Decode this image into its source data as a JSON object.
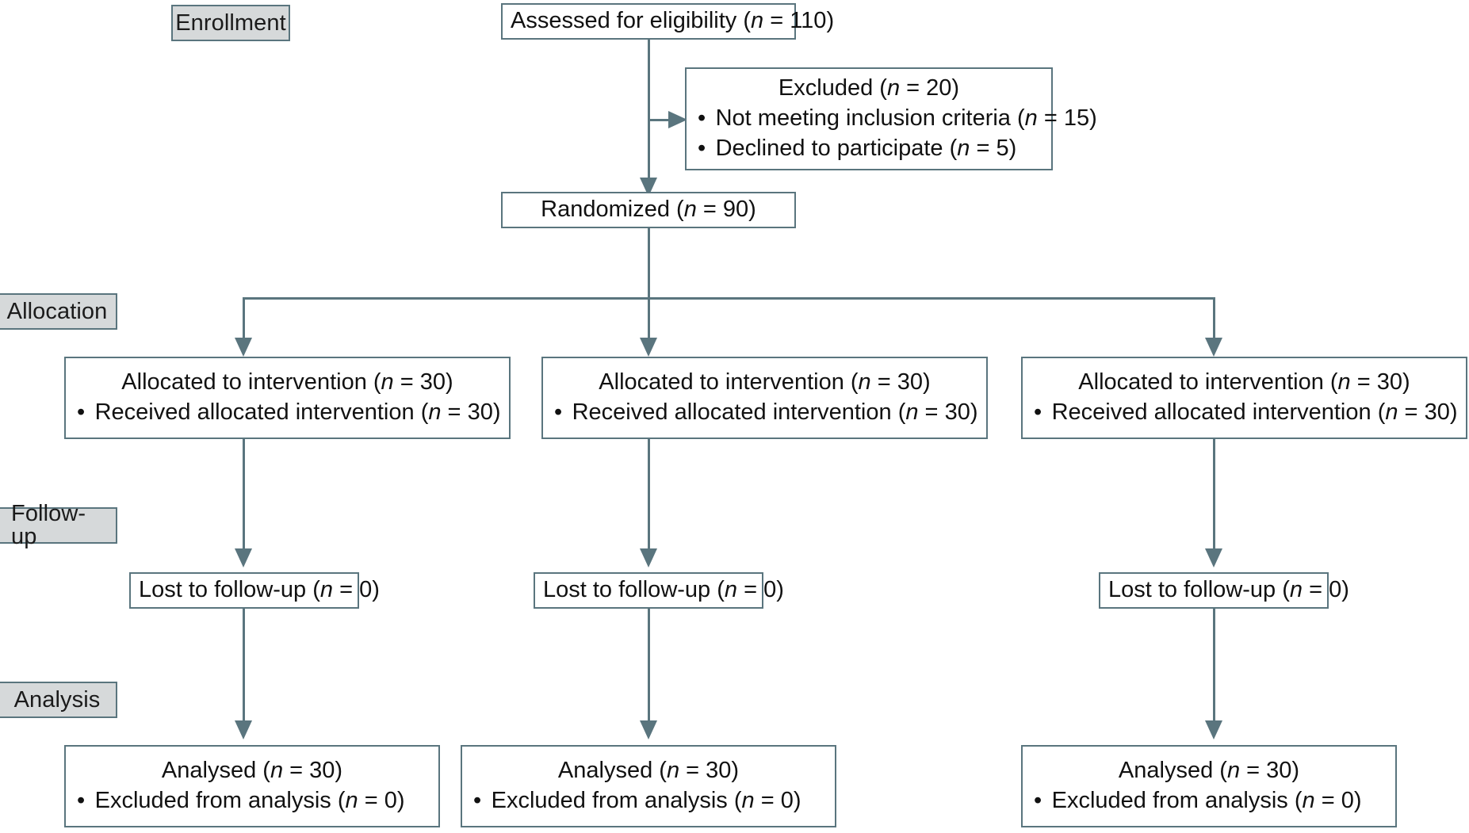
{
  "diagram": {
    "title": "CONSORT participant flow diagram",
    "colors": {
      "border": "#5a757e",
      "label_fill": "#d6d9da",
      "connector": "#5a757e",
      "box_fill": "#ffffff",
      "text": "#111111"
    }
  },
  "stages": [
    {
      "id": "enrollment",
      "label": "Enrollment"
    },
    {
      "id": "allocation",
      "label": "Allocation"
    },
    {
      "id": "followup",
      "label": "Follow-up"
    },
    {
      "id": "analysis",
      "label": "Analysis"
    }
  ],
  "enrollment": {
    "assessed": {
      "text": "Assessed for eligibility (",
      "n_symbol": "n",
      "eq": " = ",
      "n_value": "110",
      "close": ")"
    },
    "excluded": {
      "heading": {
        "text": "Excluded (",
        "n_symbol": "n",
        "eq": " = ",
        "n_value": "20",
        "close": ")"
      },
      "reasons": [
        {
          "text": "Not meeting inclusion criteria (",
          "n_symbol": "n",
          "eq": " = ",
          "n_value": "15",
          "close": ")"
        },
        {
          "text": "Declined to participate (",
          "n_symbol": "n",
          "eq": " = ",
          "n_value": "5",
          "close": ")"
        }
      ]
    },
    "randomized": {
      "text": "Randomized (",
      "n_symbol": "n",
      "eq": " = ",
      "n_value": "90",
      "close": ")"
    }
  },
  "arms": [
    {
      "id": "arm-1",
      "allocation": {
        "heading": {
          "text": "Allocated to intervention (",
          "n_symbol": "n",
          "eq": " = ",
          "n_value": "30",
          "close": ")"
        },
        "detail": {
          "text": "Received allocated intervention (",
          "n_symbol": "n",
          "eq": " = ",
          "n_value": "30",
          "close": ")"
        }
      },
      "followup": {
        "text": "Lost to follow-up (",
        "n_symbol": "n",
        "eq": " = ",
        "n_value": "0",
        "close": ")"
      },
      "analysis": {
        "heading": {
          "text": "Analysed (",
          "n_symbol": "n",
          "eq": " = ",
          "n_value": "30",
          "close": ")"
        },
        "detail": {
          "text": "Excluded from analysis (",
          "n_symbol": "n",
          "eq": " = ",
          "n_value": "0",
          "close": ")"
        }
      }
    },
    {
      "id": "arm-2",
      "allocation": {
        "heading": {
          "text": "Allocated to intervention (",
          "n_symbol": "n",
          "eq": " = ",
          "n_value": "30",
          "close": ")"
        },
        "detail": {
          "text": "Received allocated intervention (",
          "n_symbol": "n",
          "eq": " = ",
          "n_value": "30",
          "close": ")"
        }
      },
      "followup": {
        "text": "Lost to follow-up (",
        "n_symbol": "n",
        "eq": " = ",
        "n_value": "0",
        "close": ")"
      },
      "analysis": {
        "heading": {
          "text": "Analysed (",
          "n_symbol": "n",
          "eq": " = ",
          "n_value": "30",
          "close": ")"
        },
        "detail": {
          "text": "Excluded from analysis (",
          "n_symbol": "n",
          "eq": " = ",
          "n_value": "0",
          "close": ")"
        }
      }
    },
    {
      "id": "arm-3",
      "allocation": {
        "heading": {
          "text": "Allocated to intervention (",
          "n_symbol": "n",
          "eq": " = ",
          "n_value": "30",
          "close": ")"
        },
        "detail": {
          "text": "Received allocated intervention (",
          "n_symbol": "n",
          "eq": " = ",
          "n_value": "30",
          "close": ")"
        }
      },
      "followup": {
        "text": "Lost to follow-up (",
        "n_symbol": "n",
        "eq": " = ",
        "n_value": "0",
        "close": ")"
      },
      "analysis": {
        "heading": {
          "text": "Analysed (",
          "n_symbol": "n",
          "eq": " = ",
          "n_value": "30",
          "close": ")"
        },
        "detail": {
          "text": "Excluded from analysis (",
          "n_symbol": "n",
          "eq": " = ",
          "n_value": "0",
          "close": ")"
        }
      }
    }
  ],
  "chart_data": {
    "type": "diagram",
    "diagram_type": "consort-flow",
    "title": "CONSORT flow of participants",
    "nodes": [
      {
        "id": "assessed",
        "stage": "Enrollment",
        "label": "Assessed for eligibility (n = 110)",
        "n": 110
      },
      {
        "id": "excluded",
        "stage": "Enrollment",
        "label": "Excluded (n = 20)",
        "n": 20,
        "children": [
          {
            "label": "Not meeting inclusion criteria (n = 15)",
            "n": 15
          },
          {
            "label": "Declined to participate (n = 5)",
            "n": 5
          }
        ]
      },
      {
        "id": "randomized",
        "stage": "Enrollment",
        "label": "Randomized (n = 90)",
        "n": 90
      },
      {
        "id": "alloc-1",
        "stage": "Allocation",
        "label": "Allocated to intervention (n = 30)",
        "n": 30,
        "children": [
          {
            "label": "Received allocated intervention (n = 30)",
            "n": 30
          }
        ]
      },
      {
        "id": "alloc-2",
        "stage": "Allocation",
        "label": "Allocated to intervention (n = 30)",
        "n": 30,
        "children": [
          {
            "label": "Received allocated intervention (n = 30)",
            "n": 30
          }
        ]
      },
      {
        "id": "alloc-3",
        "stage": "Allocation",
        "label": "Allocated to intervention (n = 30)",
        "n": 30,
        "children": [
          {
            "label": "Received allocated intervention (n = 30)",
            "n": 30
          }
        ]
      },
      {
        "id": "fu-1",
        "stage": "Follow-up",
        "label": "Lost to follow-up (n = 0)",
        "n": 0
      },
      {
        "id": "fu-2",
        "stage": "Follow-up",
        "label": "Lost to follow-up (n = 0)",
        "n": 0
      },
      {
        "id": "fu-3",
        "stage": "Follow-up",
        "label": "Lost to follow-up (n = 0)",
        "n": 0
      },
      {
        "id": "an-1",
        "stage": "Analysis",
        "label": "Analysed (n = 30)",
        "n": 30,
        "children": [
          {
            "label": "Excluded from analysis (n = 0)",
            "n": 0
          }
        ]
      },
      {
        "id": "an-2",
        "stage": "Analysis",
        "label": "Analysed (n = 30)",
        "n": 30,
        "children": [
          {
            "label": "Excluded from analysis (n = 0)",
            "n": 0
          }
        ]
      },
      {
        "id": "an-3",
        "stage": "Analysis",
        "label": "Analysed (n = 30)",
        "n": 30,
        "children": [
          {
            "label": "Excluded from analysis (n = 0)",
            "n": 0
          }
        ]
      }
    ],
    "edges": [
      {
        "from": "assessed",
        "to": "excluded",
        "direction": "right"
      },
      {
        "from": "assessed",
        "to": "randomized",
        "direction": "down"
      },
      {
        "from": "randomized",
        "to": "alloc-1",
        "direction": "down"
      },
      {
        "from": "randomized",
        "to": "alloc-2",
        "direction": "down"
      },
      {
        "from": "randomized",
        "to": "alloc-3",
        "direction": "down"
      },
      {
        "from": "alloc-1",
        "to": "fu-1",
        "direction": "down"
      },
      {
        "from": "alloc-2",
        "to": "fu-2",
        "direction": "down"
      },
      {
        "from": "alloc-3",
        "to": "fu-3",
        "direction": "down"
      },
      {
        "from": "fu-1",
        "to": "an-1",
        "direction": "down"
      },
      {
        "from": "fu-2",
        "to": "an-2",
        "direction": "down"
      },
      {
        "from": "fu-3",
        "to": "an-3",
        "direction": "down"
      }
    ]
  }
}
